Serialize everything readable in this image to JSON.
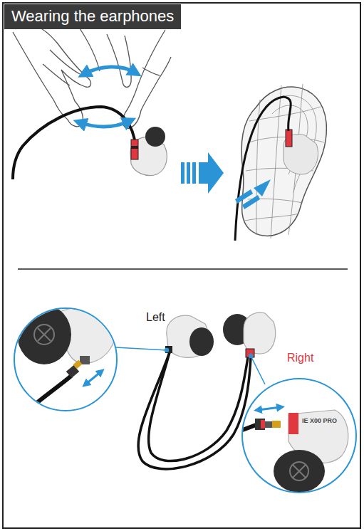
{
  "diagram": {
    "title": "Wearing the earphones",
    "labels": [
      "Left",
      "Right",
      "IE X00 PRO"
    ]
  }
}
